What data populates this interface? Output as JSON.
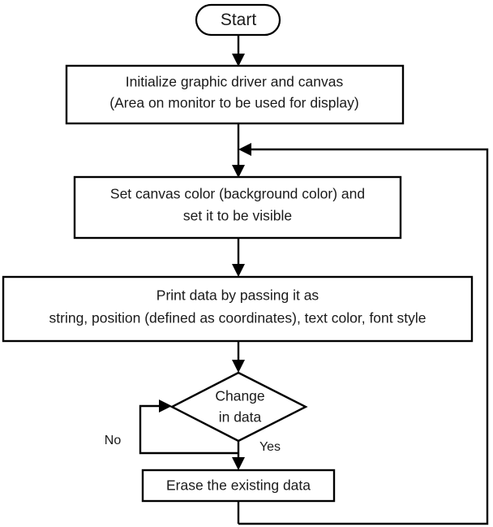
{
  "diagram": {
    "type": "flowchart",
    "title_text": "",
    "background_color": "#ffffff",
    "line_color": "#000000",
    "text_color": "#1a1a1a",
    "nodes": {
      "start": {
        "shape": "terminator",
        "label": "Start"
      },
      "init": {
        "shape": "process",
        "line1": "Initialize graphic driver and canvas",
        "line2": "(Area on monitor to be used for display)"
      },
      "canvas_color": {
        "shape": "process",
        "line1": "Set canvas color (background color) and",
        "line2": "set it to be visible"
      },
      "print_data": {
        "shape": "process",
        "line1": "Print data by passing it as",
        "line2": "string, position (defined as coordinates), text color, font style"
      },
      "decision": {
        "shape": "decision",
        "line1": "Change",
        "line2": "in data"
      },
      "erase": {
        "shape": "process",
        "label": "Erase the existing data"
      }
    },
    "edge_labels": {
      "no": "No",
      "yes": "Yes"
    }
  }
}
